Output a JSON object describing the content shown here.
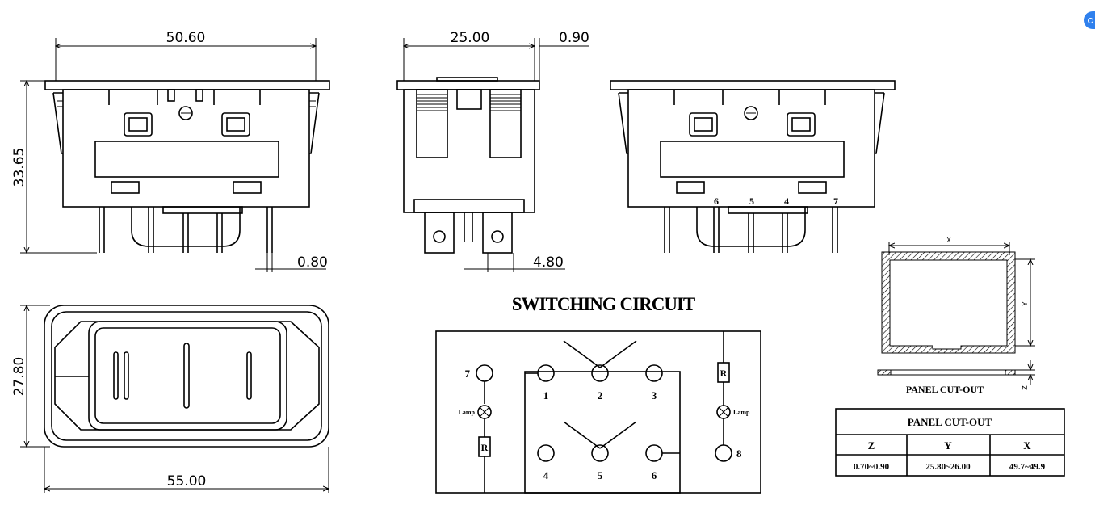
{
  "dimensions": {
    "front_width": "50.60",
    "front_height": "33.65",
    "pin_width": "0.80",
    "side_width": "25.00",
    "side_flange": "0.90",
    "pin_pitch": "4.80",
    "top_height": "27.80",
    "top_width": "55.00"
  },
  "pin_labels_right_view": [
    "6",
    "5",
    "4",
    "7"
  ],
  "switching_circuit": {
    "title": "SWITCHING CIRCUIT",
    "terminals_top": [
      "1",
      "2",
      "3"
    ],
    "terminals_bottom": [
      "4",
      "5",
      "6"
    ],
    "left_terminal": "7",
    "right_terminal": "8",
    "lamp_label": "Lamp",
    "resistor_label": "R"
  },
  "panel_cutout": {
    "x_label": "X",
    "y_label": "Y",
    "z_label": "Z",
    "caption": "PANEL CUT-OUT",
    "table": {
      "title": "PANEL CUT-OUT",
      "headers": [
        "Z",
        "Y",
        "X"
      ],
      "values": [
        "0.70~0.90",
        "25.80~26.00",
        "49.7~49.9"
      ]
    }
  }
}
